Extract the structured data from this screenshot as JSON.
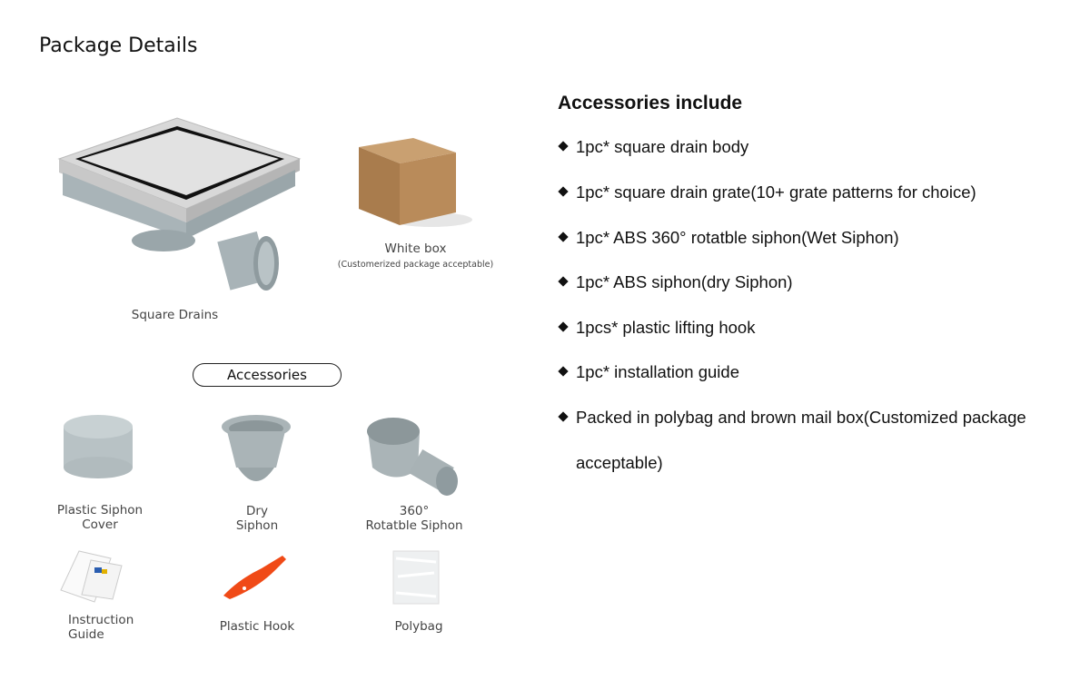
{
  "title": "Package Details",
  "main_products": [
    {
      "label": "Square Drains"
    },
    {
      "label": "White box",
      "note": "(Customerized package acceptable)"
    }
  ],
  "accessories_pill": "Accessories",
  "accessories": [
    {
      "line1": "Plastic Siphon",
      "line2": "Cover"
    },
    {
      "line1": "Dry",
      "line2": "Siphon"
    },
    {
      "line1": "360°",
      "line2": "Rotatble Siphon"
    },
    {
      "line1": "Instruction",
      "line2": "Guide"
    },
    {
      "line1": "Plastic Hook"
    },
    {
      "line1": "Polybag"
    }
  ],
  "list": {
    "heading": "Accessories include",
    "items": [
      "1pc* square drain body",
      "1pc* square drain grate(10+ grate patterns for choice)",
      "1pc* ABS 360° rotatble siphon(Wet Siphon)",
      "1pc* ABS siphon(dry Siphon)",
      "1pcs* plastic lifting hook",
      "1pc* installation guide",
      "Packed in polybag and brown mail box(Customized package"
    ],
    "continuation": "acceptable)"
  }
}
